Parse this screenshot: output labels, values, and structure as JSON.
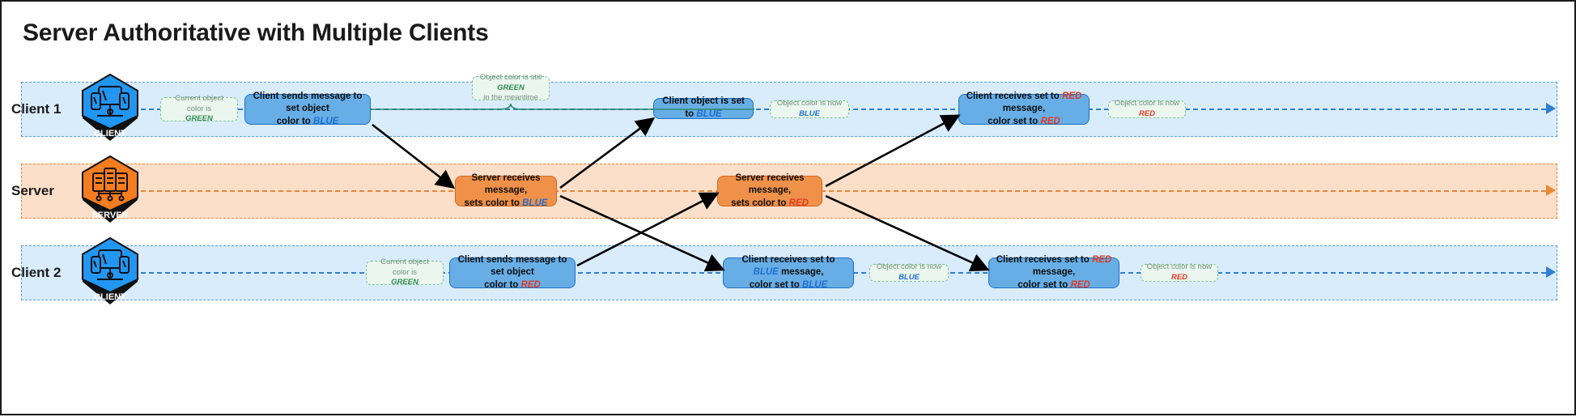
{
  "title": "Server Authoritative with Multiple Clients",
  "colors": {
    "client_lane_bg": "#d9ecfb",
    "client_lane_border": "#5b9bd5",
    "server_lane_bg": "#fbdfc9",
    "server_lane_border": "#e8883a",
    "client_node_bg": "#67aee6",
    "client_node_border": "#1f6fc0",
    "server_node_bg": "#f0914a",
    "server_node_border": "#d2691e",
    "note_bg": "#eaf6ee",
    "note_border": "#7cc49a",
    "keyword_blue": "#1f6fd0",
    "keyword_red": "#e03b22",
    "keyword_green": "#2e8b57",
    "brace": "#2e8b6e",
    "arrow": "#000000"
  },
  "lanes": [
    {
      "id": "client1",
      "label": "Client 1",
      "badge_label": "CLIENT",
      "badge_icon": "client-devices-icon",
      "type": "client"
    },
    {
      "id": "server",
      "label": "Server",
      "badge_label": "SERVER",
      "badge_icon": "server-rack-icon",
      "type": "server"
    },
    {
      "id": "client2",
      "label": "Client 2",
      "badge_label": "CLIENT",
      "badge_icon": "client-devices-icon",
      "type": "client"
    }
  ],
  "client1": {
    "note_start": {
      "l1": "Current object color is",
      "kw": "GREEN"
    },
    "node_send": {
      "l1": "Client sends message to set object",
      "l2_pre": "color to ",
      "l2_kw": "BLUE"
    },
    "brace_note": {
      "l1_pre": "Object color is still ",
      "l1_kw": "GREEN",
      "l2": "in the meantime"
    },
    "node_set": {
      "pre": "Client object is set to ",
      "kw": "BLUE"
    },
    "note_blue": {
      "pre": "Object color is now ",
      "kw": "BLUE"
    },
    "node_red": {
      "l1_pre": "Client receives set to ",
      "l1_kw": "RED",
      "l1_post": " message,",
      "l2_pre": "color set to ",
      "l2_kw": "RED"
    },
    "note_red": {
      "pre": "Object color is now ",
      "kw": "RED"
    }
  },
  "server": {
    "node_blue": {
      "l1": "Server receives message,",
      "l2_pre": "sets color to ",
      "l2_kw": "BLUE"
    },
    "node_red": {
      "l1": "Server receives message,",
      "l2_pre": "sets color to ",
      "l2_kw": "RED"
    }
  },
  "client2": {
    "note_start": {
      "l1": "Current object color is",
      "kw": "GREEN"
    },
    "node_send": {
      "l1": "Client sends message to set object",
      "l2_pre": "color to ",
      "l2_kw": "RED"
    },
    "node_blue": {
      "l1_pre": "Client receives set to ",
      "l1_kw": "BLUE",
      "l1_post": " message,",
      "l2_pre": "color set to ",
      "l2_kw": "BLUE"
    },
    "note_blue": {
      "pre": "Object color is now ",
      "kw": "BLUE"
    },
    "node_red": {
      "l1_pre": "Client receives set to ",
      "l1_kw": "RED",
      "l1_post": " message,",
      "l2_pre": "color set to ",
      "l2_kw": "RED"
    },
    "note_red": {
      "pre": "Object color is now ",
      "kw": "RED"
    }
  }
}
